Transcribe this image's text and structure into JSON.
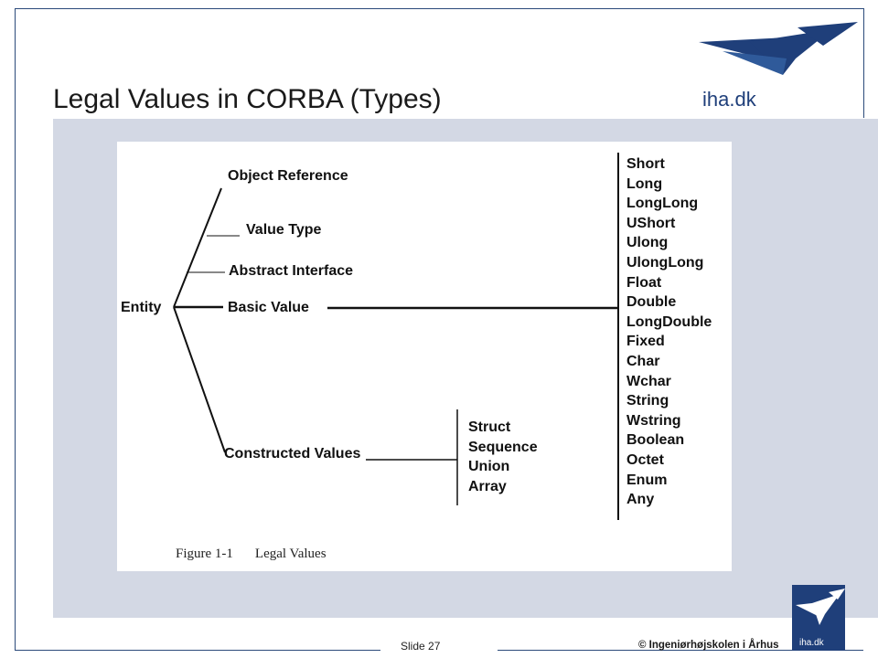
{
  "slide": {
    "title": "Legal Values in CORBA (Types)",
    "logo_text": "iha.dk",
    "slide_number": "Slide 27",
    "copyright": "© Ingeniørhøjskolen i Århus",
    "footer_logo_text": "iha.dk",
    "colors": {
      "brand": "#1f3f7a",
      "panel": "#d3d8e4"
    }
  },
  "diagram": {
    "root": "Entity",
    "branches": {
      "object_reference": "Object Reference",
      "value_type": "Value Type",
      "abstract_interface": "Abstract Interface",
      "basic_value": "Basic Value",
      "constructed_values": "Constructed Values"
    },
    "basic_types": [
      "Short",
      "Long",
      "LongLong",
      "UShort",
      "Ulong",
      "UlongLong",
      "Float",
      "Double",
      "LongDouble",
      "Fixed",
      "Char",
      "Wchar",
      "String",
      "Wstring",
      "Boolean",
      "Octet",
      "Enum",
      "Any"
    ],
    "constructed_types": [
      "Struct",
      "Sequence",
      "Union",
      "Array"
    ],
    "caption": {
      "figure": "Figure 1-1",
      "text": "Legal Values"
    }
  }
}
